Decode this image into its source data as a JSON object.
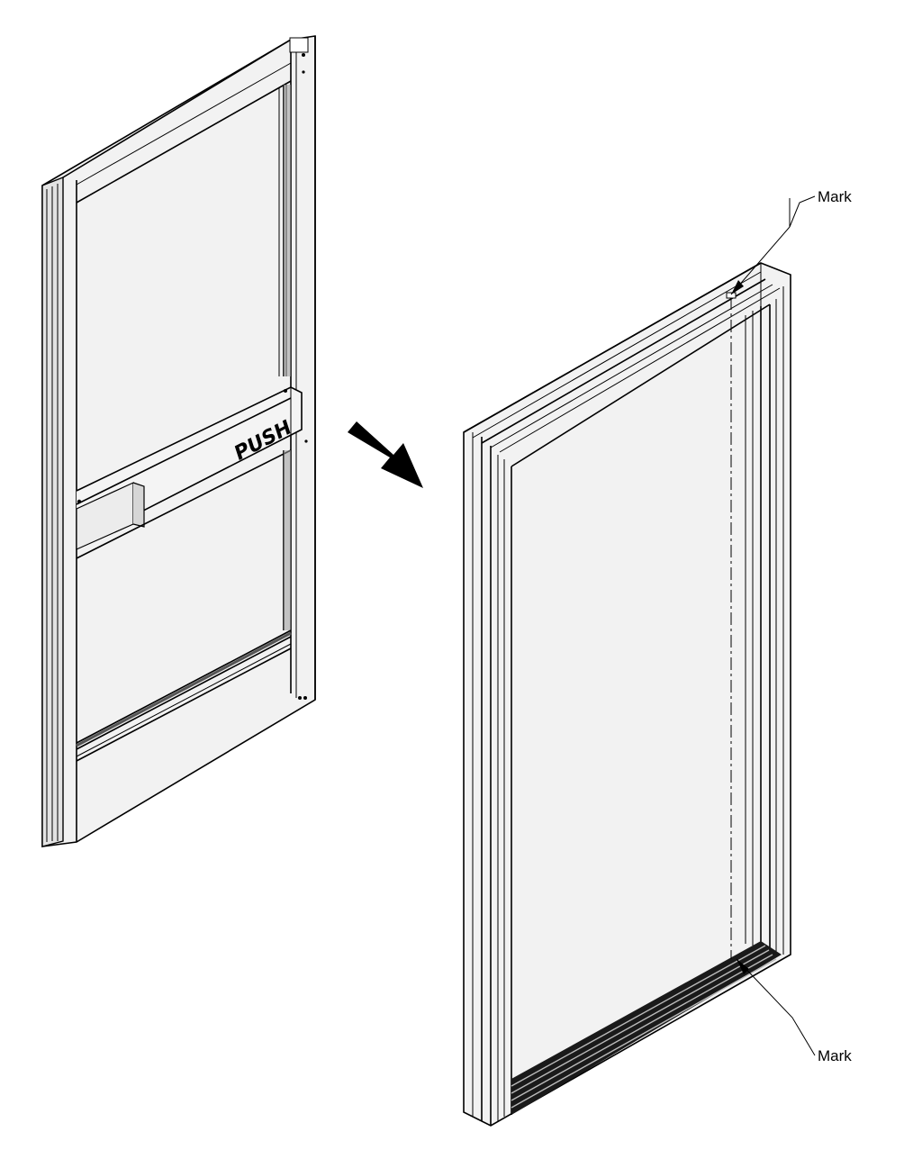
{
  "door": {
    "push_label": "PUSH"
  },
  "frame": {
    "mark_top_label": "Mark",
    "mark_bottom_label": "Mark"
  },
  "colors": {
    "line": "#000000",
    "panel": "#f2f2f2",
    "shade": "#dcdcdc",
    "dark": "#8c8c8c"
  }
}
